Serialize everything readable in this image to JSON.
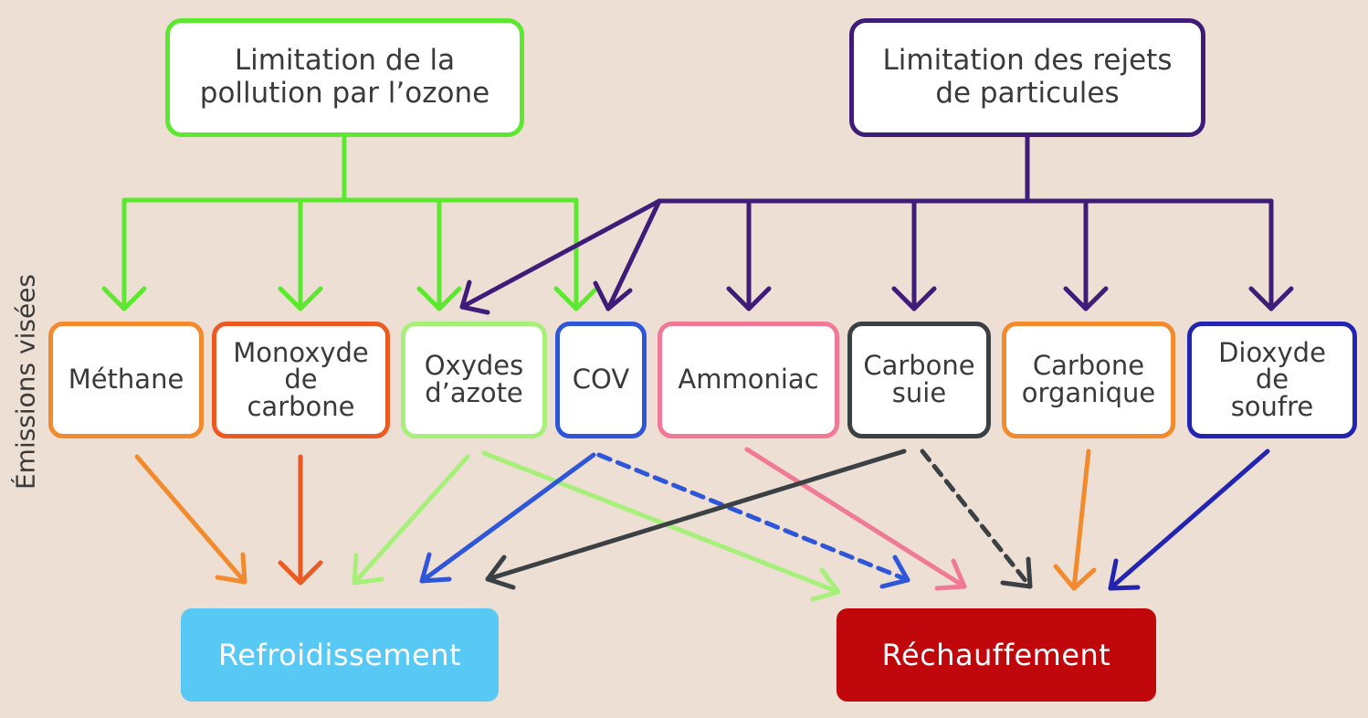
{
  "top": {
    "ozone": "Limitation de la\npollution par l’ozone",
    "particles": "Limitation des rejets\nde particules"
  },
  "side_label": "Émissions visées",
  "emissions": [
    {
      "label": "Méthane",
      "color": "#f28a2e"
    },
    {
      "label": "Monoxyde\nde\ncarbone",
      "color": "#eb5a22"
    },
    {
      "label": "Oxydes\nd’azote",
      "color": "#a6f07a"
    },
    {
      "label": "COV",
      "color": "#2f56d8"
    },
    {
      "label": "Ammoniac",
      "color": "#f07a96"
    },
    {
      "label": "Carbone\nsuie",
      "color": "#3a4044"
    },
    {
      "label": "Carbone\norganique",
      "color": "#f28a2e"
    },
    {
      "label": "Dioxyde\nde\nsoufre",
      "color": "#2424b2"
    }
  ],
  "effects": {
    "cooling": "Refroidissement",
    "warming": "Réchauffement"
  },
  "colors": {
    "ozone": "#5ce82f",
    "particles": "#3f1c78",
    "cooling": "#58c8f5",
    "warming": "#c0080c",
    "background": "#eddfd4"
  }
}
